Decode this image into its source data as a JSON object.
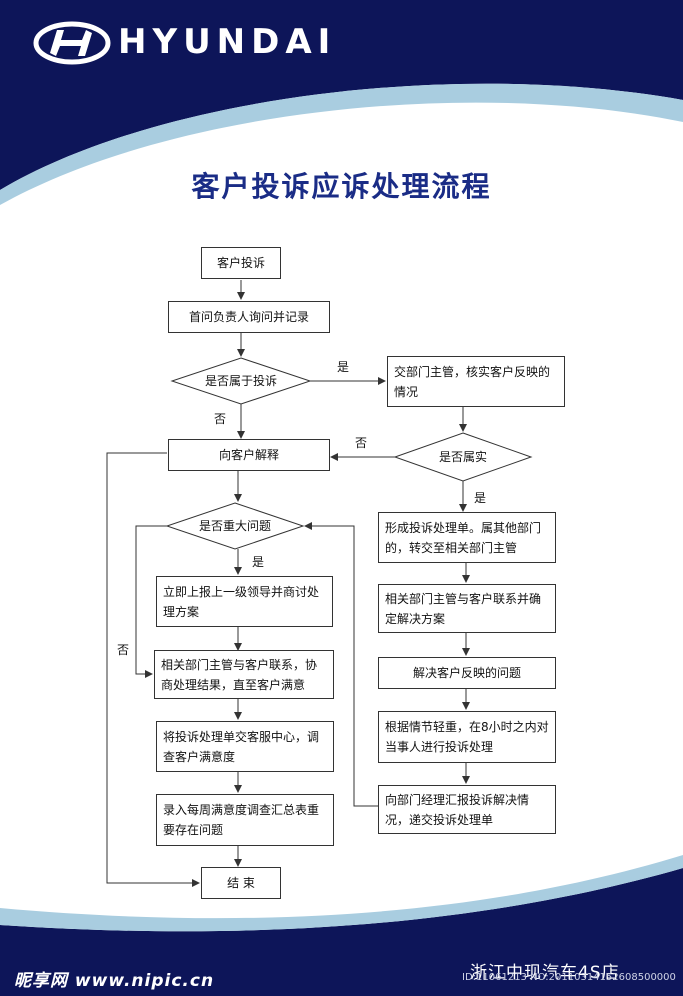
{
  "brand": {
    "name": "HYUNDAI"
  },
  "title": "客户投诉应诉处理流程",
  "nodes": {
    "complaint": "客户投诉",
    "first_contact": "首问负责人询问并记录",
    "is_complaint": "是否属于投诉",
    "dept_head_verify": "交部门主管，核实客户反映的情况",
    "explain": "向客户解释",
    "is_true": "是否属实",
    "is_major": "是否重大问题",
    "form_sheet": "形成投诉处理单。属其他部门的，转交至相关部门主管",
    "report_upper": "立即上报上一级领导并商讨处理方案",
    "contact_solution": "相关部门主管与客户联系并确定解决方案",
    "negotiate": "相关部门主管与客户联系，协商处理结果，直至客户满意",
    "solve": "解决客户反映的问题",
    "handle_8h": "根据情节轻重，在8小时之内对当事人进行投诉处理",
    "service_center": "将投诉处理单交客服中心，调查客户满意度",
    "report_manager": "向部门经理汇报投诉解决情况，递交投诉处理单",
    "record_weekly": "录入每周满意度调查汇总表重要存在问题",
    "end": "结 束"
  },
  "labels": {
    "yes": "是",
    "no": "否"
  },
  "footer": {
    "site": "昵享网 www.nipic.cn",
    "dealer": "浙江中现汽车4S店",
    "image_id": "ID:11061213 NO:20110314152608500000"
  },
  "colors": {
    "navy": "#0d1559",
    "light_blue": "#a9cde0",
    "title_blue": "#1a2c86"
  }
}
